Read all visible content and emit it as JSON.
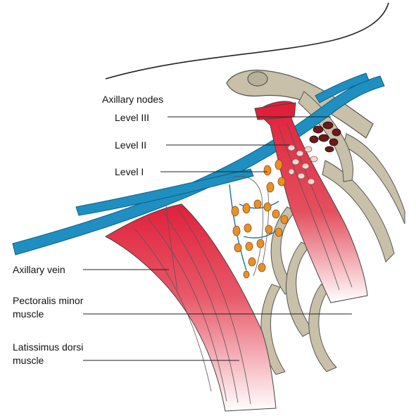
{
  "labels": {
    "axillary_nodes": "Axillary nodes",
    "level_3": "Level III",
    "level_2": "Level II",
    "level_1": "Level I",
    "axillary_vein": "Axillary vein",
    "pectoralis_minor_line1": "Pectoralis minor",
    "pectoralis_minor_line2": "muscle",
    "latissimus_dorsi_line1": "Latissimus dorsi",
    "latissimus_dorsi_line2": "muscle"
  },
  "colors": {
    "vein": "#1e8fc0",
    "muscle": "#e0203a",
    "bone": "#c8c0a8",
    "node_level_1": "#e8902a",
    "node_level_2": "#f4d8d0",
    "node_level_3": "#6a1a1a"
  }
}
